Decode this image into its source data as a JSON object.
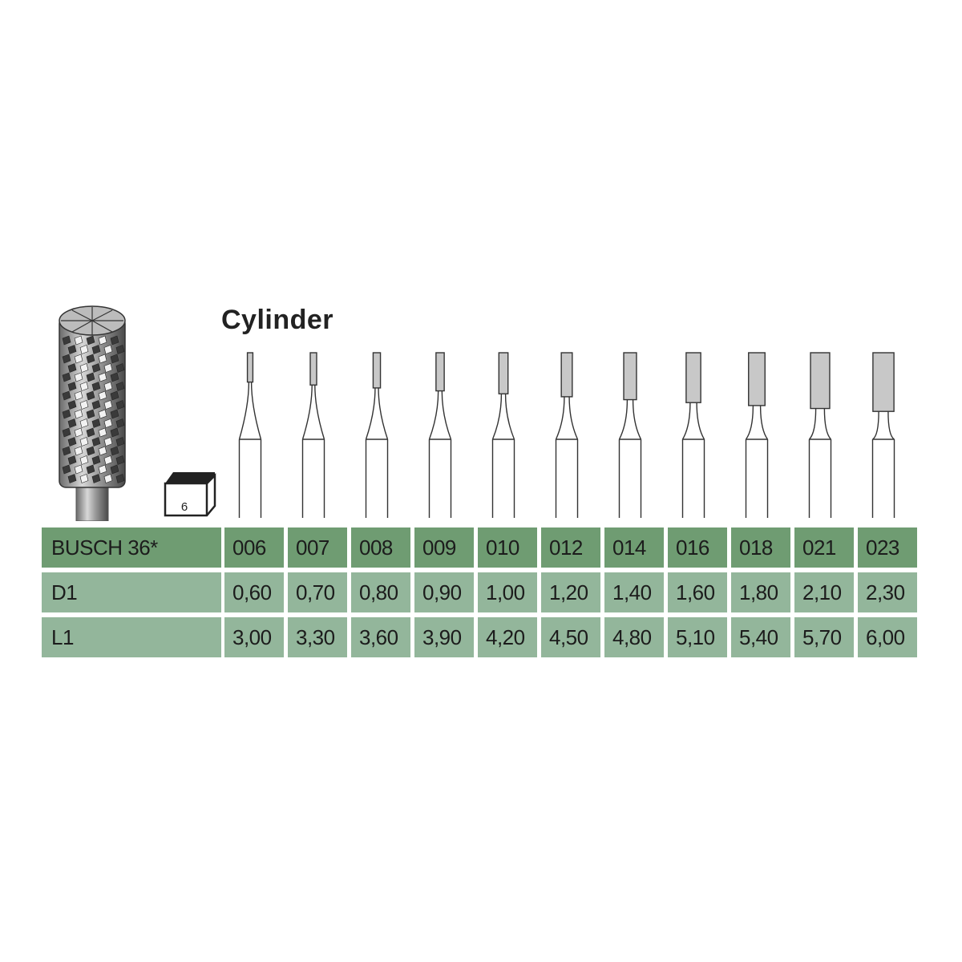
{
  "title": "Cylinder",
  "pack": {
    "icon": "package-box-icon",
    "count": "6"
  },
  "bur_image": {
    "icon": "round-cross-cut-bur-icon"
  },
  "table": {
    "rows": [
      {
        "label": "BUSCH 36*",
        "values": [
          "006",
          "007",
          "008",
          "009",
          "010",
          "012",
          "014",
          "016",
          "018",
          "021",
          "023"
        ]
      },
      {
        "label": "D1",
        "values": [
          "0,60",
          "0,70",
          "0,80",
          "0,90",
          "1,00",
          "1,20",
          "1,40",
          "1,60",
          "1,80",
          "2,10",
          "2,30"
        ]
      },
      {
        "label": "L1",
        "values": [
          "3,00",
          "3,30",
          "3,60",
          "3,90",
          "4,20",
          "4,50",
          "4,80",
          "5,10",
          "5,40",
          "5,70",
          "6,00"
        ]
      }
    ]
  },
  "colors": {
    "header_row": "#6f9c72",
    "data_rows": "#93b69b",
    "head_fill": "#c8c8c8"
  }
}
